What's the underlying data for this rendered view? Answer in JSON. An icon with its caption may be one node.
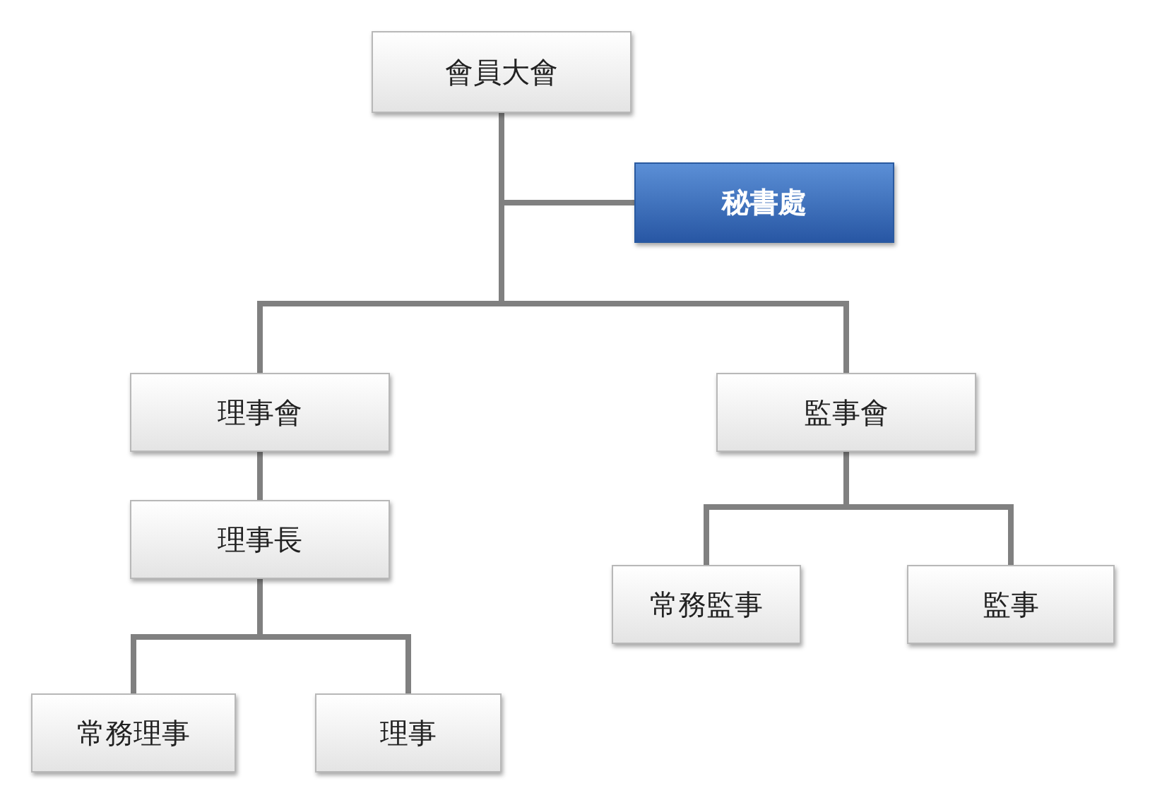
{
  "diagram": {
    "nodes": [
      {
        "text": [
          "會員大會"
        ]
      },
      {
        "text": [
          "秘書處"
        ]
      },
      {
        "text": [
          "理事會"
        ]
      },
      {
        "text": [
          "監事會"
        ]
      },
      {
        "text": [
          "理事長"
        ]
      },
      {
        "text": [
          "常務監事"
        ]
      },
      {
        "text": [
          "監事"
        ]
      },
      {
        "text": [
          "常務理事"
        ]
      },
      {
        "text": [
          "理事"
        ]
      }
    ],
    "edges": [
      {
        "from": 0,
        "to": 1,
        "arrow": "none"
      },
      {
        "from": 0,
        "to": 2,
        "arrow": "none"
      },
      {
        "from": 0,
        "to": 3,
        "arrow": "none"
      },
      {
        "from": 2,
        "to": 4,
        "arrow": "none"
      },
      {
        "from": 4,
        "to": 7,
        "arrow": "none"
      },
      {
        "from": 4,
        "to": 8,
        "arrow": "none"
      },
      {
        "from": 3,
        "to": 5,
        "arrow": "none"
      },
      {
        "from": 3,
        "to": 6,
        "arrow": "none"
      }
    ]
  }
}
